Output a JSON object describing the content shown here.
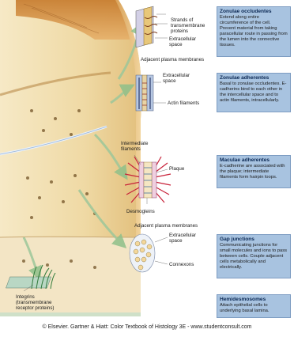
{
  "labels": {
    "strands": "Strands of\ntransmembrane\nproteins",
    "extracellular_1": "Extracellular\nspace",
    "adjacent_1": "Adjacent plasma membranes",
    "extracellular_2": "Extracellular\nspace",
    "actin": "Actin filaments",
    "intermediate": "Intermediate\nfilaments",
    "plaque": "Plaque",
    "desmogleins": "Desmogleins",
    "adjacent_2": "Adjacent plasma membranes",
    "extracellular_3": "Extracellular\nspace",
    "connexons": "Connexons",
    "integrins": "Integrins\n(transmembrane\nreceptor proteins)"
  },
  "boxes": [
    {
      "title": "Zonulae occludentes",
      "body": "Extend along entire circumference of the cell. Prevent material from taking paracellular route in passing from the lumen into the connective tissues."
    },
    {
      "title": "Zonulae adherentes",
      "body": "Basal to zonulae occludentes. E-cadherins bind to each other in the intercellular space and to actin filaments, intracellularly."
    },
    {
      "title": "Maculae adherentes",
      "body": "E-cadherine are associated with the plaque; intermediate filaments form hairpin loops."
    },
    {
      "title": "Gap junctions",
      "body": "Communicating junctions for small molecules and ions to pass between cells. Couple adjacent cells metabolically and electrically."
    },
    {
      "title": "Hemidesmosomes",
      "body": "Attach epithelial cells to underlying basal lamina."
    }
  ],
  "credit": "© Elsevier. Gartner & Hiatt: Color Textbook of Histology 3E - www.studentconsult.com",
  "colors": {
    "box_fill": "#a8c3e0",
    "box_title": "#0d2a55",
    "cell_fill": "#f3e2b8",
    "cell_edge": "#c98e3a",
    "arrow": "#9dc79a"
  }
}
